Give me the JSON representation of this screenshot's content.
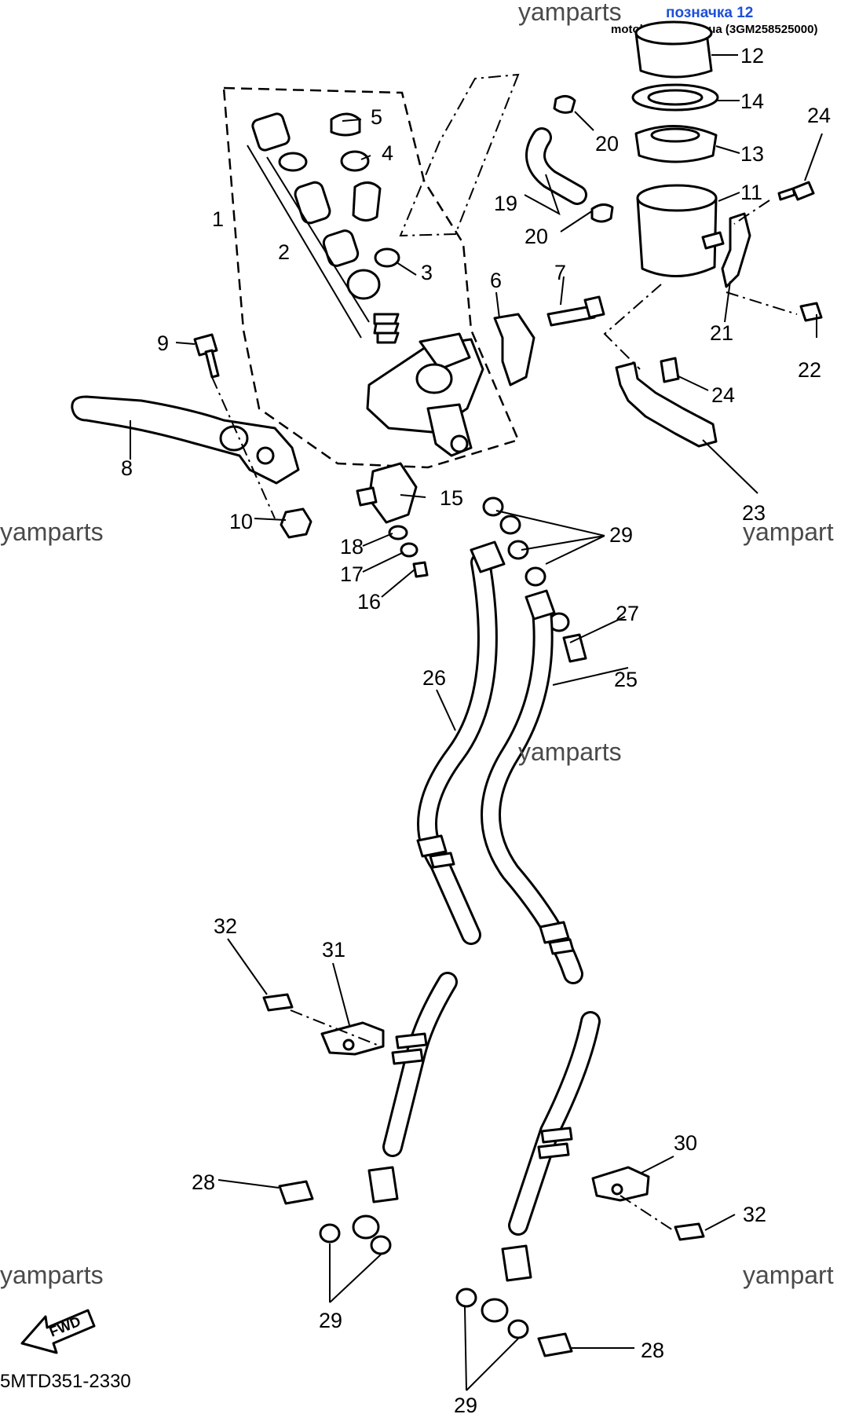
{
  "header": {
    "tag": "позначка 12",
    "site": "motokvartal.com.ua (3GM258525000)"
  },
  "watermark": "yamparts",
  "watermark_cut": "yampart",
  "diagram_code": "5MTD351-2330",
  "fwd_label": "FWD",
  "callouts": {
    "c1": "1",
    "c2": "2",
    "c3": "3",
    "c4": "4",
    "c5": "5",
    "c6": "6",
    "c7": "7",
    "c8": "8",
    "c9": "9",
    "c10": "10",
    "c11": "11",
    "c12": "12",
    "c13": "13",
    "c14": "14",
    "c15": "15",
    "c16": "16",
    "c17": "17",
    "c18": "18",
    "c19": "19",
    "c20": "20",
    "c21": "21",
    "c22": "22",
    "c23": "23",
    "c24": "24",
    "c25": "25",
    "c26": "26",
    "c27": "27",
    "c28": "28",
    "c29": "29",
    "c30": "30",
    "c31": "31",
    "c32": "32"
  }
}
